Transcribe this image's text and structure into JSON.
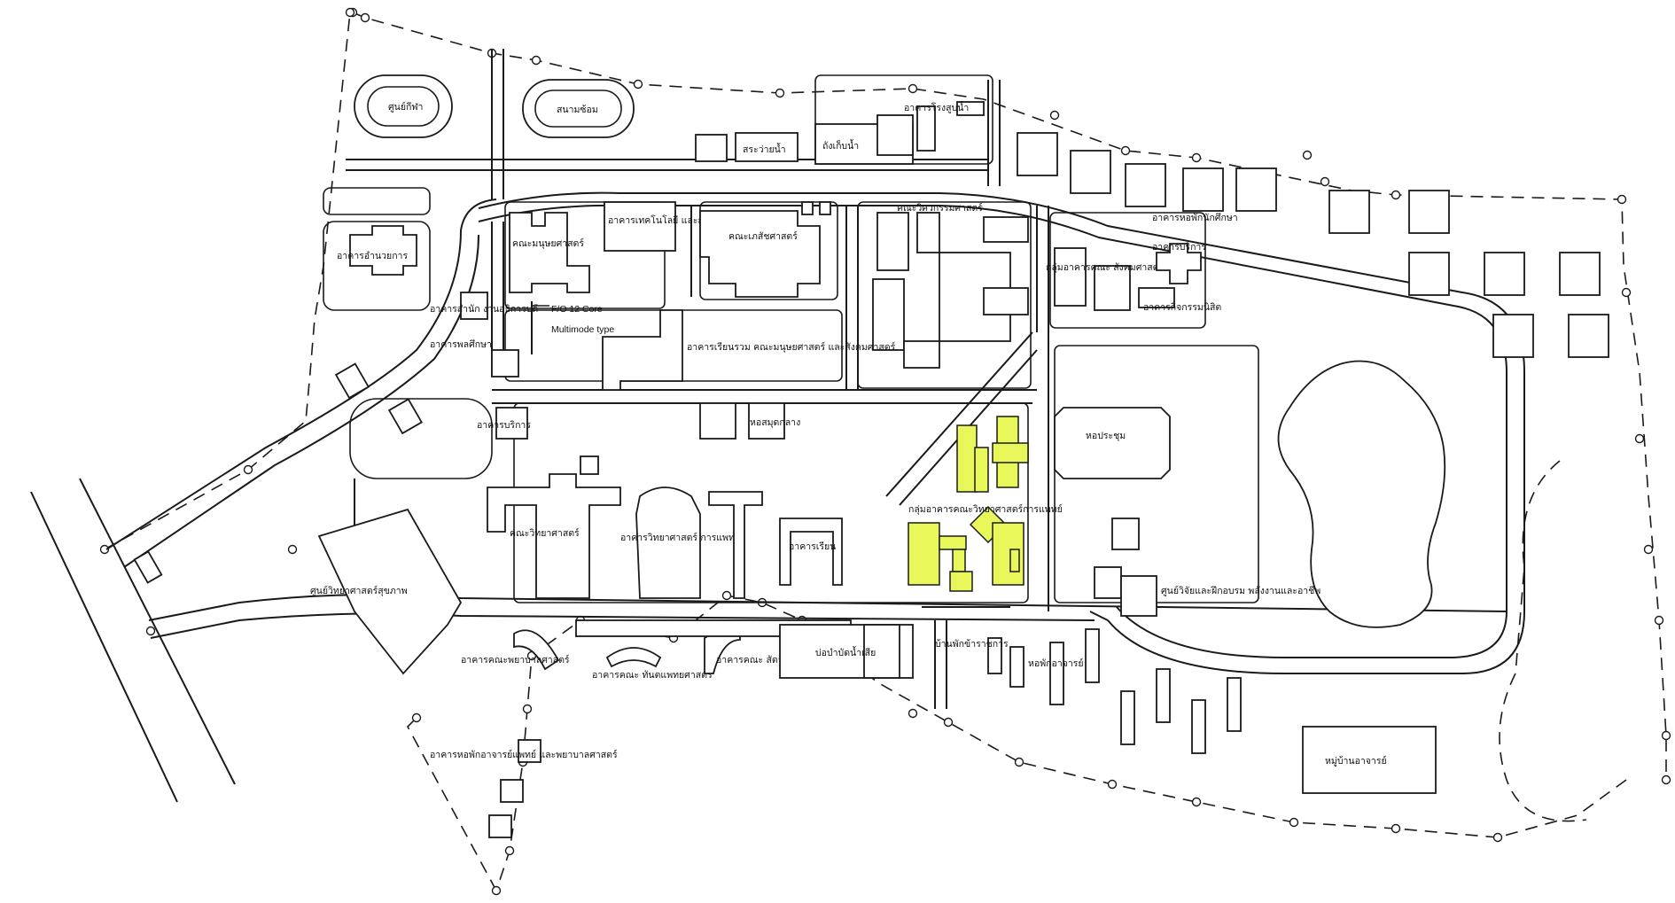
{
  "map": {
    "highlight_color": "#e8f75a",
    "line_color": "#1a1a1a",
    "labels": {
      "stadium": "ศูนย์กีฬา",
      "practice_field": "สนามซ้อม",
      "pool": "สระว่ายน้ำ",
      "water_tank": "ถังเก็บน้ำ",
      "pump_building": "อาคารโรงสูบน้ำ",
      "dormitories": "อาคารหอพักนักศึกษา",
      "admin_building": "อาคารอำนวยการ",
      "engineering_faculty": "คณะมนุษยศาสตร์",
      "library_comp_building": "อาคารเทคโนโลยี และการสื่อสาร",
      "economics_faculty": "คณะเภสัชศาสตร์",
      "engineering_building": "คณะวิศวกรรมศาสตร์",
      "health_building": "กลุ่มอาคารคณะ สังคมศาสตร์",
      "service_building": "อาคารบริการ",
      "student_activity": "อาคารกิจกรรมนิสิต",
      "office_building": "อาคารสำนัก งานอธิการบดี",
      "sports_building": "อาคารพลศึกษา",
      "fo_cable": "F/O 12 Core",
      "fo_cable_type": "Multimode type",
      "lecture_building": "อาคารเรียนรวม คณะมนุษยศาสตร์ และสังคมศาสตร์",
      "library": "หอสมุดกลาง",
      "services": "อาคารบริการ",
      "auditorium": "หอประชุม",
      "science_group": "กลุ่มอาคารคณะวิทยาศาสตร์การแพทย์",
      "science_faculty": "คณะวิทยาศาสตร์",
      "medical_science": "อาคารวิทยาศาสตร์ การแพทย์",
      "classroom": "อาคารเรียน",
      "medical_center": "ศูนย์วิทยาศาสตร์สุขภาพ",
      "research_center": "ศูนย์วิจัยและฝึกอบรม พลังงานและอาชีพ",
      "nursing_faculty": "อาคารคณะพยาบาลศาสตร์",
      "dentistry_faculty": "อาคารคณะ ทันตแพทยศาสตร์",
      "pharmacy_faculty": "อาคารคณะ สัตวแพทย์",
      "wastewater": "บ่อบำบัดน้ำเสีย",
      "staff_housing": "บ้านพักข้าราชการ",
      "staff_dorm": "หอพักอาจารย์",
      "faculty_village": "หมู่บ้านอาจารย์",
      "nursing_dorm": "อาคารหอพักอาจารย์แพทย์ และพยาบาลศาสตร์"
    }
  }
}
